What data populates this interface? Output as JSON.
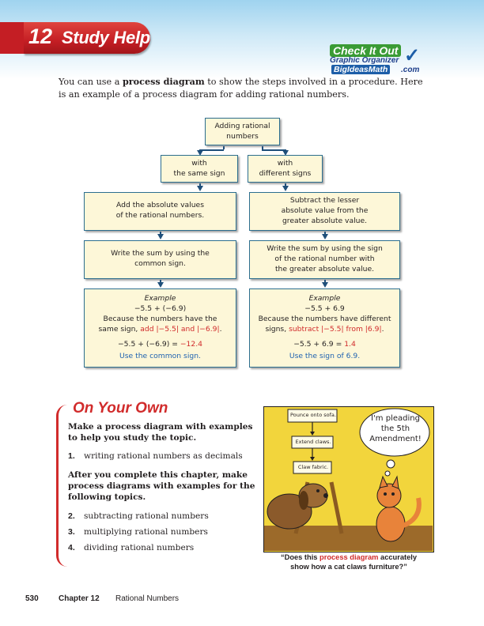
{
  "header": {
    "chapter_number": "12",
    "title": "Study Help"
  },
  "check_it_out": {
    "line1": "Check It Out",
    "line2": "Graphic Organizer",
    "line3": "BigIdeasMath",
    "line4": ".com"
  },
  "intro": {
    "part1": "You can use a ",
    "bold": "process diagram",
    "part2": " to show the steps involved in a procedure. Here is an example of a process diagram for adding rational numbers."
  },
  "diagram": {
    "top": [
      "Adding rational",
      "numbers"
    ],
    "left_branch": [
      "with",
      "the same sign"
    ],
    "right_branch": [
      "with",
      "different signs"
    ],
    "left_step1": [
      "Add the absolute values",
      "of the rational numbers."
    ],
    "right_step1": [
      "Subtract the lesser",
      "absolute value from the",
      "greater absolute value."
    ],
    "left_step2": [
      "Write the sum by using the",
      "common sign."
    ],
    "right_step2": [
      "Write the sum by using the sign",
      "of the rational number with",
      "the greater absolute value."
    ],
    "left_example": {
      "label": "Example",
      "expr": "−5.5 + (−6.9)",
      "reason1": "Because the numbers have the",
      "reason2_a": "same sign, ",
      "reason2_red": "add |−5.5| and |−6.9|",
      "reason2_end": ".",
      "result_lhs": "−5.5 + (−6.9) = ",
      "result_red": "−12.4",
      "note": "Use the common sign."
    },
    "right_example": {
      "label": "Example",
      "expr": "−5.5 + 6.9",
      "reason1": "Because the numbers have different",
      "reason2_a": "signs, ",
      "reason2_red": "subtract |−5.5| from |6.9|",
      "reason2_end": ".",
      "result_lhs": "−5.5 + 6.9 = ",
      "result_red": "1.4",
      "note": "Use the sign of 6.9."
    }
  },
  "on_your_own": {
    "heading": "On Your Own",
    "instruction1": "Make a process diagram with examples to help you study the topic.",
    "item1_num": "1.",
    "item1": "writing rational numbers as decimals",
    "instruction2": "After you complete this chapter, make process diagrams with examples for the following topics.",
    "item2_num": "2.",
    "item2": "subtracting rational numbers",
    "item3_num": "3.",
    "item3": "multiplying rational numbers",
    "item4_num": "4.",
    "item4": "dividing rational numbers"
  },
  "cartoon": {
    "sign1": "Pounce onto sofa.",
    "sign2": "Extend claws.",
    "sign3": "Claw fabric.",
    "bubble": [
      "I'm pleading",
      "the 5th",
      "Amendment!"
    ],
    "caption_a": "“Does this ",
    "caption_red": "process diagram",
    "caption_b": " accurately",
    "caption_line2": "show how a cat claws furniture?”"
  },
  "footer": {
    "page": "530",
    "chapter": "Chapter 12",
    "chapter_title": "Rational Numbers"
  },
  "colors": {
    "header_red": "#c41e24",
    "box_fill": "#fdf7d8",
    "box_border": "#2c6e8f",
    "accent_red": "#d12b2b",
    "accent_blue": "#1f62b0",
    "cartoon_yellow": "#f2d53c"
  }
}
